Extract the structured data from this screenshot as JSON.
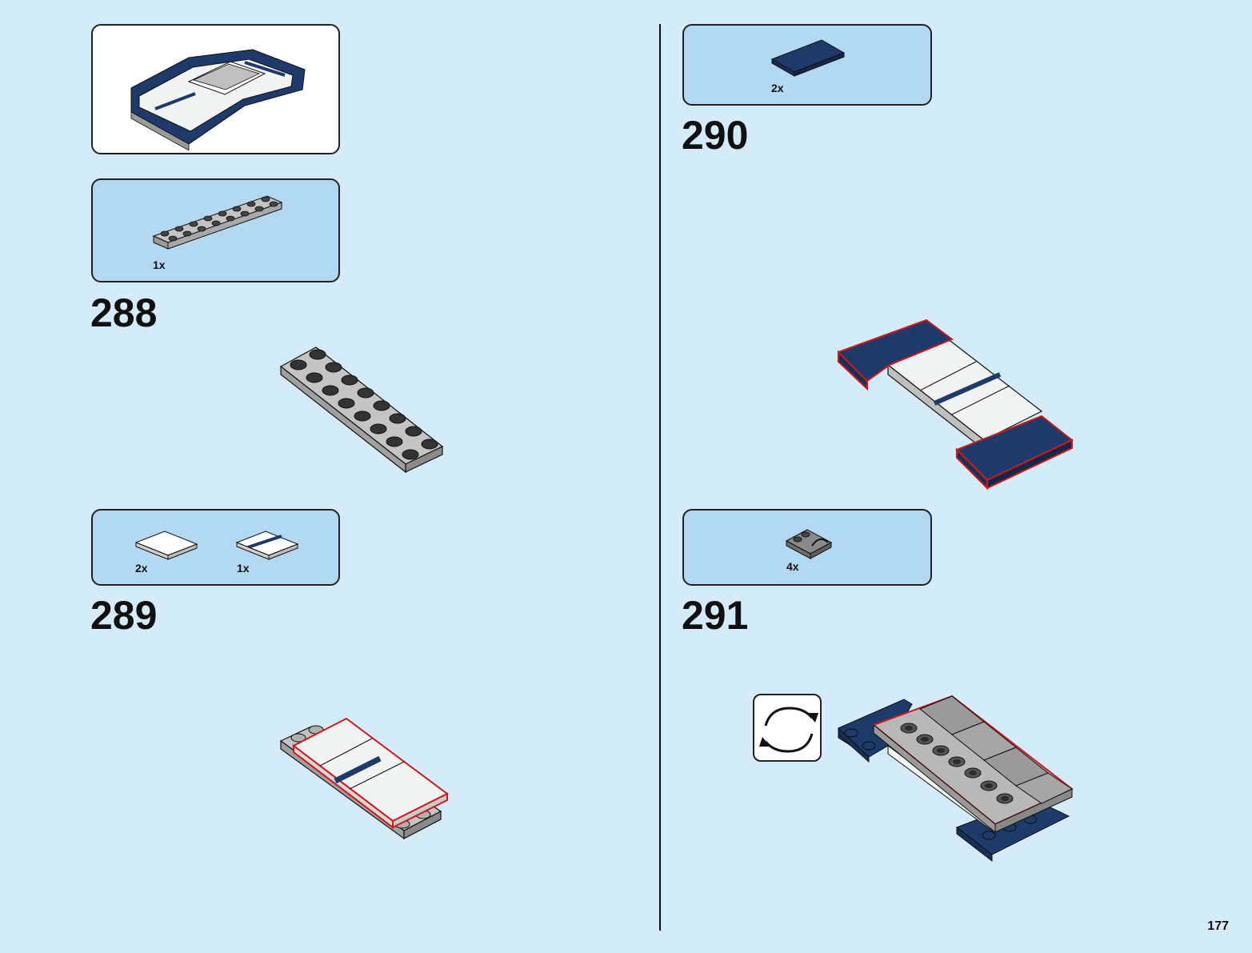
{
  "page_number": "177",
  "left_column": {
    "submodel_callout": {},
    "steps": [
      {
        "number": "288",
        "parts": [
          {
            "qty": "1x",
            "part": "light-gray-plate-2x8"
          }
        ]
      },
      {
        "number": "289",
        "parts": [
          {
            "qty": "2x",
            "part": "white-tile-2x4"
          },
          {
            "qty": "1x",
            "part": "white-tile-2x4-blue-stripe"
          }
        ]
      }
    ]
  },
  "right_column": {
    "steps": [
      {
        "number": "290",
        "parts": [
          {
            "qty": "2x",
            "part": "dark-blue-tile-2x4"
          }
        ]
      },
      {
        "number": "291",
        "parts": [
          {
            "qty": "4x",
            "part": "dark-gray-plate-2x2-with-clip"
          }
        ],
        "rotate_model": true
      }
    ]
  },
  "colors": {
    "background": "#d4ebfa",
    "callout_fill": "#b3d8f2",
    "dark_blue": "#1e3a6a",
    "light_gray": "#b8b8b8",
    "white_part": "#f2f4f4",
    "new_part_outline": "#d01818"
  }
}
